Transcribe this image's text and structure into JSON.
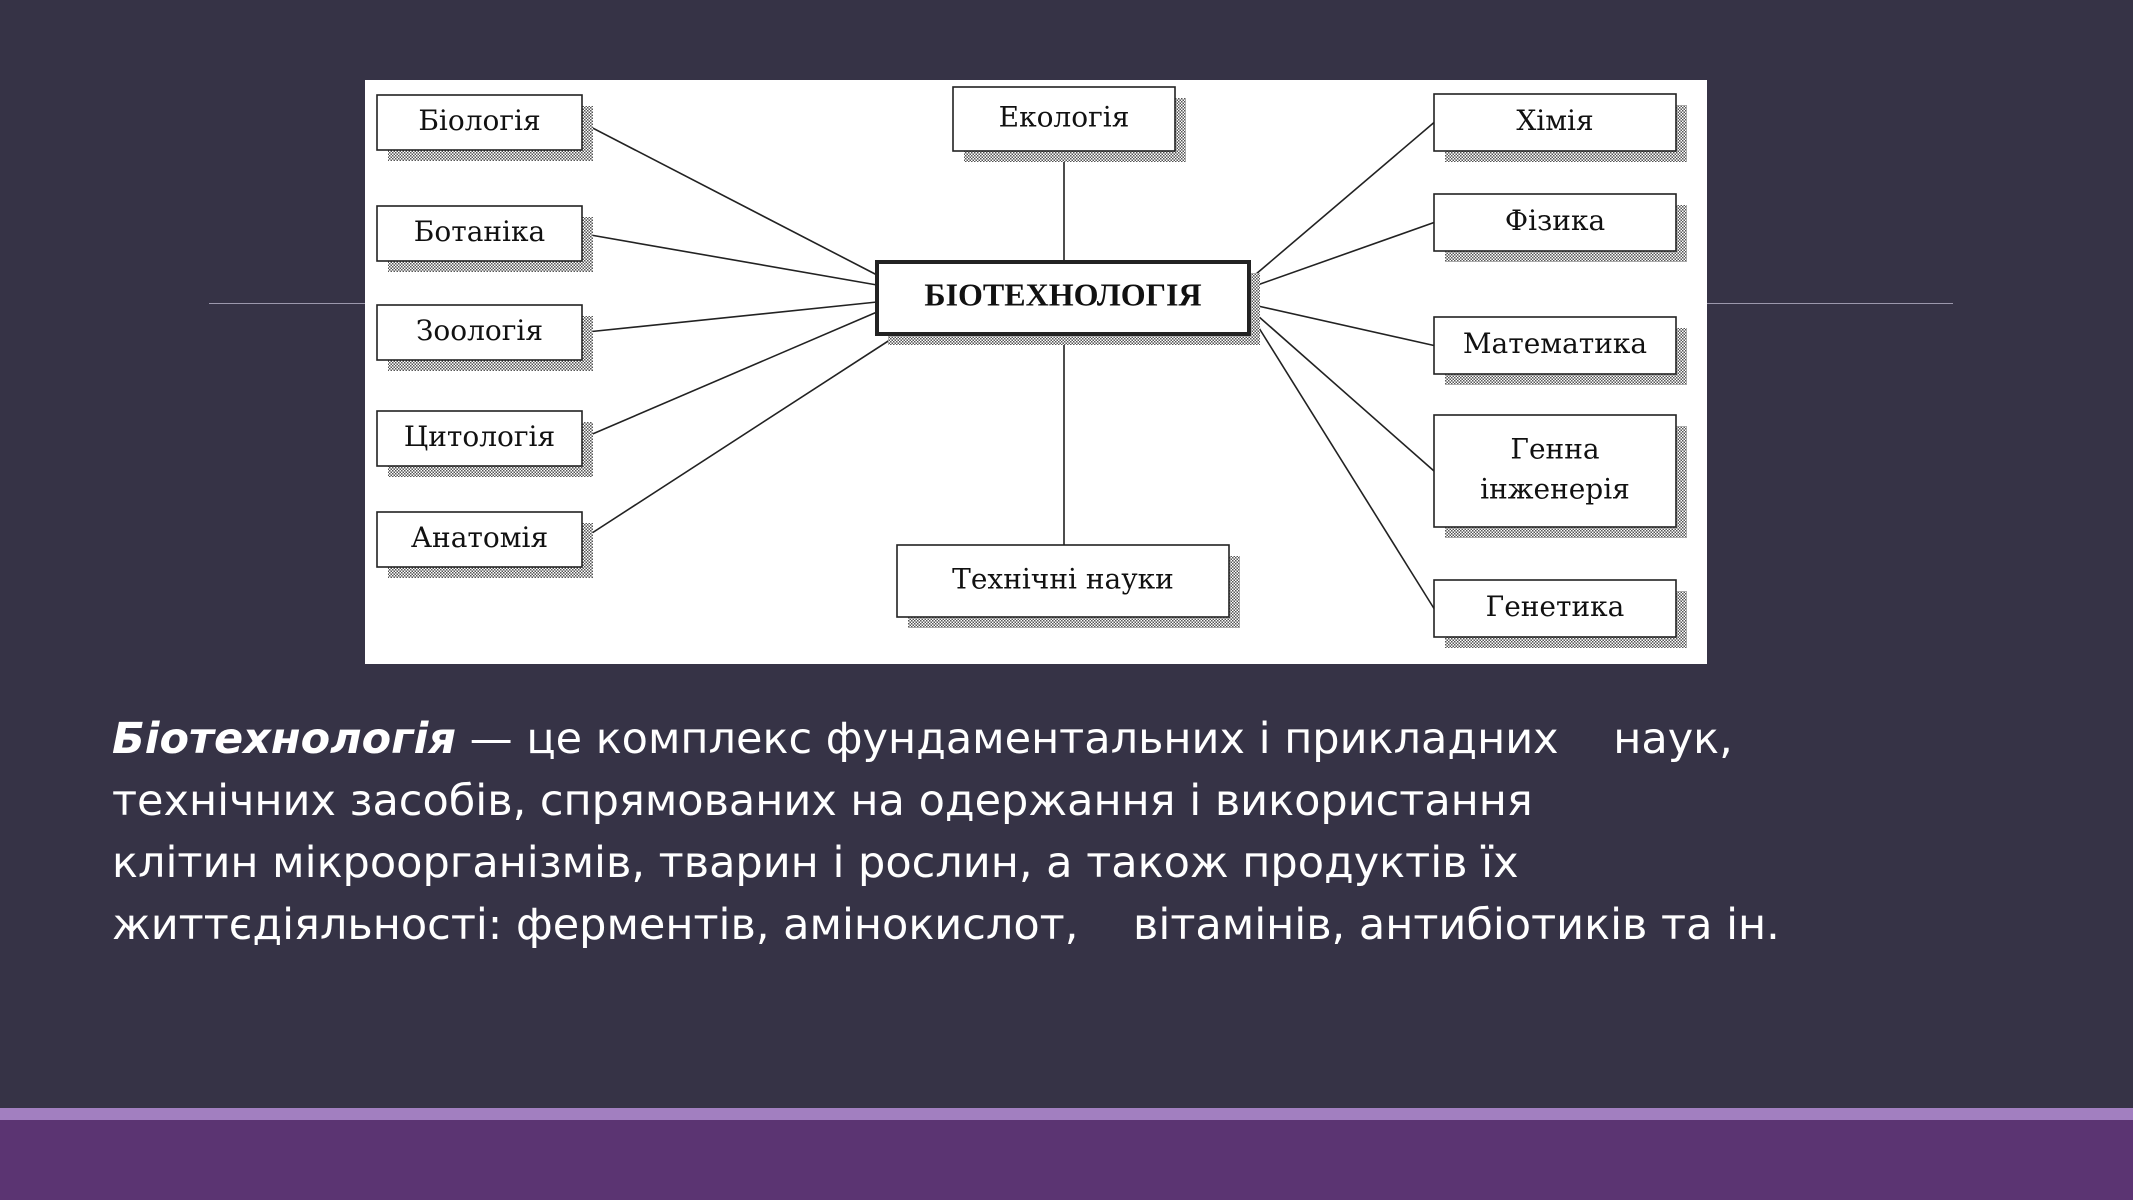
{
  "diagram": {
    "center": "БІОТЕХНОЛОГІЯ",
    "left_nodes": [
      "Біологія",
      "Ботаніка",
      "Зоологія",
      "Цитологія",
      "Анатомія"
    ],
    "top_node": "Екологія",
    "bottom_node": "Технічні науки",
    "right_nodes": [
      "Хімія",
      "Фізика",
      "Математика",
      "Генна інженерія",
      "Генетика"
    ]
  },
  "definition": {
    "term": "Біотехнологія",
    "line1_rest": " — це комплекс фундаментальних і прикладних    наук,",
    "line2": "технічних засобів, спрямованих на одержання і використання",
    "line3": "клітин мікроорганізмів, тварин і рослин, а також продуктів їх",
    "line4": "життєдіяльності: ферментів, амінокислот,    вітамінів, антибіотиків та ін."
  },
  "colors": {
    "background": "#363346",
    "footer_bar": "#5b3472",
    "footer_stripe": "#a27fc0"
  }
}
